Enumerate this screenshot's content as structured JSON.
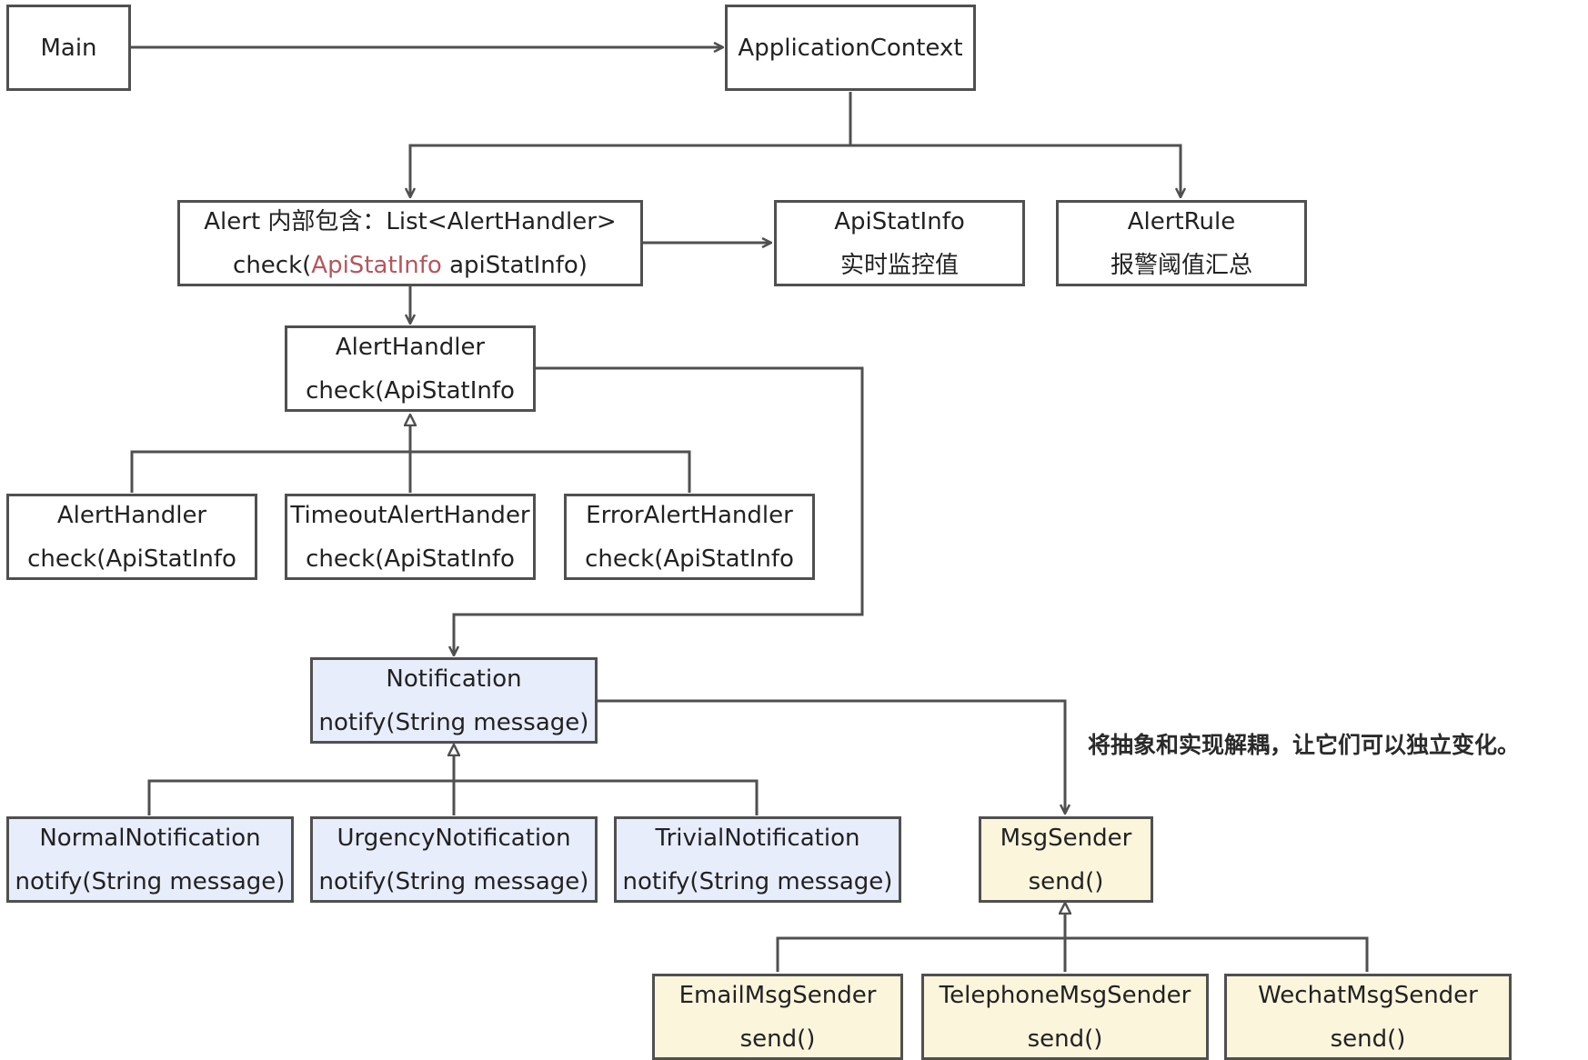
{
  "colors": {
    "border": "#505050",
    "highlight": "#b5565e",
    "notification_fill": "#e8edfb",
    "sender_fill": "#fbf5dc"
  },
  "nodes": {
    "main": {
      "line1": "Main"
    },
    "app_context": {
      "line1": "ApplicationContext"
    },
    "alert": {
      "line1": "Alert 内部包含：List<AlertHandler>",
      "line2_prefix": "check(",
      "line2_highlight": "ApiStatInfo",
      "line2_suffix": " apiStatInfo)"
    },
    "api_stat_info": {
      "line1": "ApiStatInfo",
      "line2": "实时监控值"
    },
    "alert_rule": {
      "line1": "AlertRule",
      "line2": "报警阈值汇总"
    },
    "alert_handler": {
      "line1": "AlertHandler",
      "line2": "check(ApiStatInfo"
    },
    "alert_handler_impl": {
      "line1": "AlertHandler",
      "line2": "check(ApiStatInfo"
    },
    "timeout_handler": {
      "line1": "TimeoutAlertHander",
      "line2": "check(ApiStatInfo"
    },
    "error_handler": {
      "line1": "ErrorAlertHandler",
      "line2": "check(ApiStatInfo"
    },
    "notification": {
      "line1": "Notification",
      "line2": "notify(String message)"
    },
    "normal_notification": {
      "line1": "NormalNotification",
      "line2": "notify(String message)"
    },
    "urgency_notification": {
      "line1": "UrgencyNotification",
      "line2": "notify(String message)"
    },
    "trivial_notification": {
      "line1": "TrivialNotification",
      "line2": "notify(String message)"
    },
    "msg_sender": {
      "line1": "MsgSender",
      "line2": "send()"
    },
    "email_sender": {
      "line1": "EmailMsgSender",
      "line2": "send()"
    },
    "telephone_sender": {
      "line1": "TelephoneMsgSender",
      "line2": "send()"
    },
    "wechat_sender": {
      "line1": "WechatMsgSender",
      "line2": "send()"
    }
  },
  "note": "将抽象和实现解耦，让它们可以独立变化。"
}
